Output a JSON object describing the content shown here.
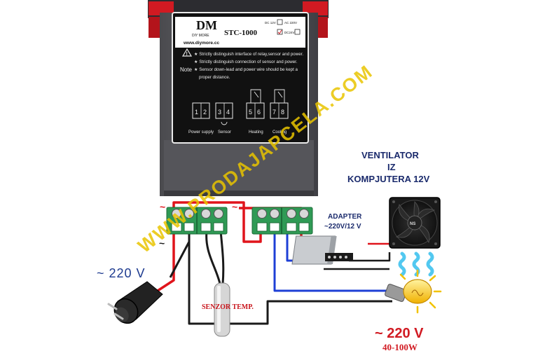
{
  "device": {
    "brand": "DM",
    "brand_sub": "DIY MORE",
    "model": "STC-1000",
    "website": "www.diymore.cc",
    "power_options": [
      "DC 12V",
      "AC 220V",
      "DC24V"
    ],
    "notes": [
      "Strictly distinguish interface of relay,sensor and power.",
      "Strictly distinguish connection of sensor and power.",
      "Sensor down-lead and power wire should be kept a",
      "proper distance."
    ],
    "note_label": "Note",
    "terminals": [
      "1",
      "2",
      "3",
      "4",
      "5",
      "6",
      "7",
      "8"
    ],
    "terminal_groups": [
      "Power supply",
      "Sensor",
      "Heating",
      "Cooling"
    ]
  },
  "labels": {
    "fan_title_1": "VENTILATOR",
    "fan_title_2": "IZ",
    "fan_title_3": "KOMPJUTERA 12V",
    "adapter_1": "ADAPTER",
    "adapter_2": "~220V/12 V",
    "mains_left": "~ 220  V",
    "sensor": "SENZOR TEMP.",
    "mains_right": "~ 220 V",
    "bulb_power": "40-100W",
    "tilde": "~",
    "fan_brand": "NS"
  },
  "watermark": "WWW.PRODAJAPCELA.COM",
  "colors": {
    "wire_red": "#e0141b",
    "wire_blue": "#1e3fd6",
    "wire_black": "#1a1a1a",
    "terminal_green": "#2f9a55",
    "mains_text": "#1d3a8f",
    "watermark": "#e9c400",
    "heat_waves": "#52c8f0"
  }
}
